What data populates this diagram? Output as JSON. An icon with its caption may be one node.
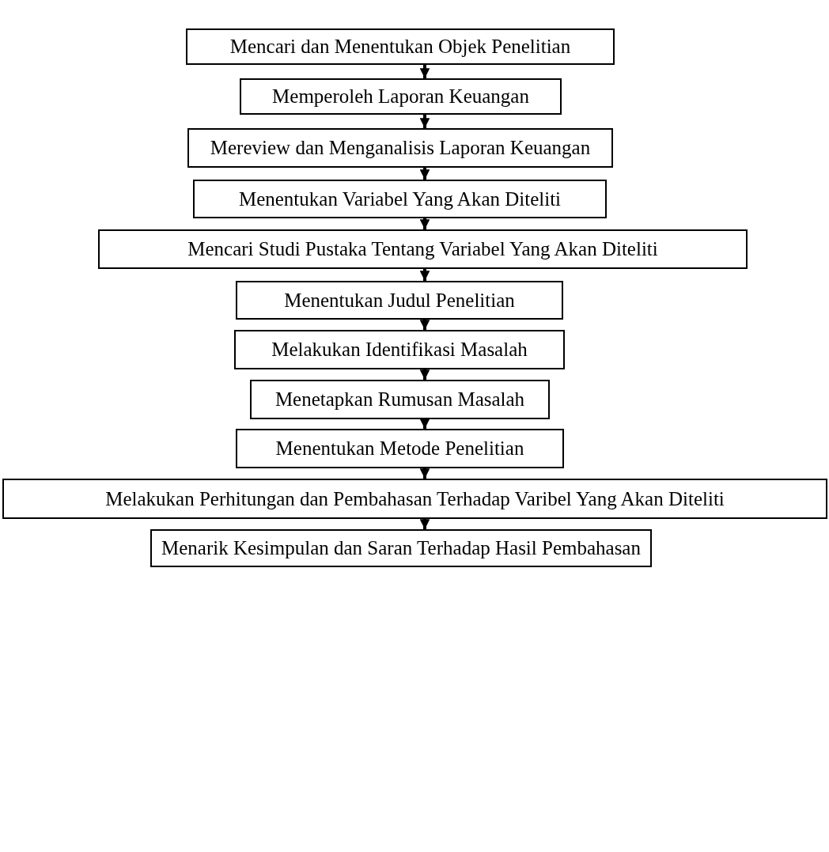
{
  "diagram": {
    "nodes": [
      {
        "text": [
          "Mencari dan Menentukan Objek Penelitian"
        ]
      },
      {
        "text": [
          "Memperoleh Laporan Keuangan"
        ]
      },
      {
        "text": [
          "Mereview dan Menganalisis Laporan Keuangan"
        ]
      },
      {
        "text": [
          "Menentukan Variabel Yang Akan Diteliti"
        ]
      },
      {
        "text": [
          "Mencari Studi Pustaka Tentang Variabel Yang Akan Diteliti"
        ]
      },
      {
        "text": [
          "Menentukan Judul Penelitian"
        ]
      },
      {
        "text": [
          "Melakukan Identifikasi Masalah"
        ]
      },
      {
        "text": [
          "Menetapkan Rumusan Masalah"
        ]
      },
      {
        "text": [
          "Menentukan Metode Penelitian"
        ]
      },
      {
        "text": [
          "Melakukan Perhitungan dan Pembahasan Terhadap Varibel Yang Akan Diteliti"
        ]
      },
      {
        "text": [
          "Menarik Kesimpulan dan Saran Terhadap Hasil Pembahasan"
        ]
      }
    ],
    "edges": [
      {
        "from": 0,
        "to": 1,
        "arrow": "to"
      },
      {
        "from": 1,
        "to": 2,
        "arrow": "to"
      },
      {
        "from": 2,
        "to": 3,
        "arrow": "to"
      },
      {
        "from": 3,
        "to": 4,
        "arrow": "to"
      },
      {
        "from": 4,
        "to": 5,
        "arrow": "to"
      },
      {
        "from": 5,
        "to": 6,
        "arrow": "to"
      },
      {
        "from": 6,
        "to": 7,
        "arrow": "to"
      },
      {
        "from": 7,
        "to": 8,
        "arrow": "to"
      },
      {
        "from": 8,
        "to": 9,
        "arrow": "to"
      },
      {
        "from": 9,
        "to": 10,
        "arrow": "to"
      }
    ]
  }
}
